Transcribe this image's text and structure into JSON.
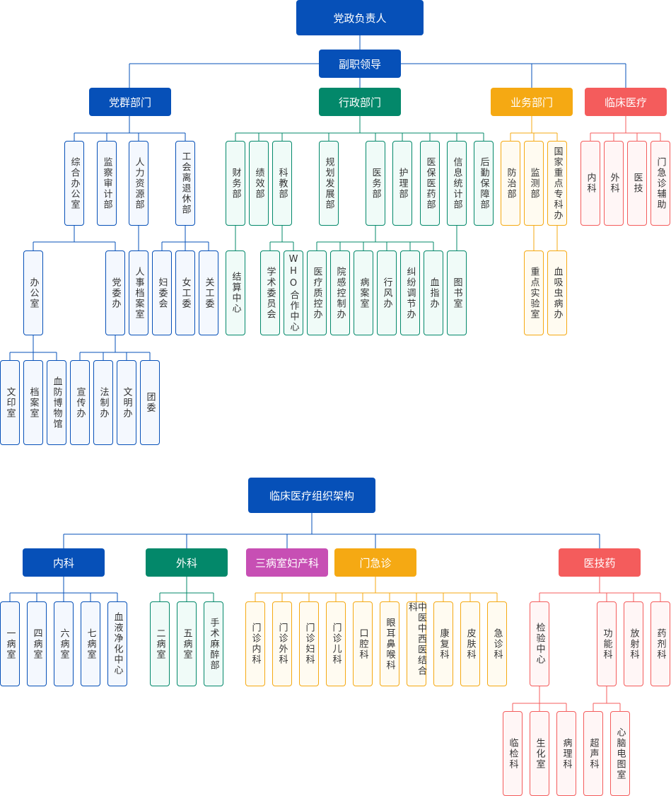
{
  "colors": {
    "blue": "#0650b8",
    "green": "#03886a",
    "yellow": "#f5a913",
    "red": "#f45c5c",
    "purple": "#c74fb4"
  },
  "chart1": {
    "root": "党政负责人",
    "deputy": "副职领导",
    "groups": {
      "party": {
        "label": "党群部门",
        "l1": [
          "综合办公室",
          "监察审计部",
          "人力资源部",
          "工会离退休部"
        ],
        "l2_office": [
          "办公室",
          "党委办"
        ],
        "l2_hr": "人事档案室",
        "l2_union": [
          "妇委会",
          "女工委",
          "关工委"
        ],
        "l3_office": [
          "文印室",
          "档案室",
          "血防博物馆"
        ],
        "l3_party": [
          "宣传办",
          "法制办",
          "文明办",
          "团委"
        ]
      },
      "admin": {
        "label": "行政部门",
        "l1": [
          "财务部",
          "绩效部",
          "科教部",
          "规划发展部",
          "医务部",
          "护理部",
          "医保医药部",
          "信息统计部",
          "后勤保障部"
        ],
        "l2_finance": "结算中心",
        "l2_edu": [
          "学术委员会",
          "WHO合作中心"
        ],
        "l2_medical": [
          "医疗质控办",
          "院感控制办",
          "病案室",
          "行风办",
          "纠纷调节办",
          "血指办"
        ],
        "l2_info": "图书室"
      },
      "business": {
        "label": "业务部门",
        "l1": [
          "防治部",
          "监测部",
          "国家重点专科办"
        ],
        "l2": [
          "重点实验室",
          "血吸虫病办"
        ]
      },
      "clinical": {
        "label": "临床医疗",
        "l1": [
          "内科",
          "外科",
          "医技",
          "门急诊辅助"
        ]
      }
    }
  },
  "chart2": {
    "root": "临床医疗组织架构",
    "groups": {
      "internal": {
        "label": "内科",
        "items": [
          "一病室",
          "四病室",
          "六病室",
          "七病室",
          "血液净化中心"
        ]
      },
      "surgery": {
        "label": "外科",
        "items": [
          "二病室",
          "五病室",
          "手术麻醉部"
        ]
      },
      "gyn": {
        "label": "三病室妇产科"
      },
      "emergency": {
        "label": "门急诊",
        "items": [
          "门诊内科",
          "门诊外科",
          "门诊妇科",
          "门诊儿科",
          "口腔科",
          "眼耳鼻喉科",
          "中医中西医结合科",
          "康复科",
          "皮肤科",
          "急诊科"
        ]
      },
      "medtech": {
        "label": "医技药",
        "items": [
          "检验中心",
          "功能科",
          "放射科",
          "药剂科"
        ],
        "lab": [
          "临检科",
          "生化室",
          "病理科"
        ],
        "func": [
          "超声科",
          "心脑电图室"
        ]
      }
    }
  }
}
